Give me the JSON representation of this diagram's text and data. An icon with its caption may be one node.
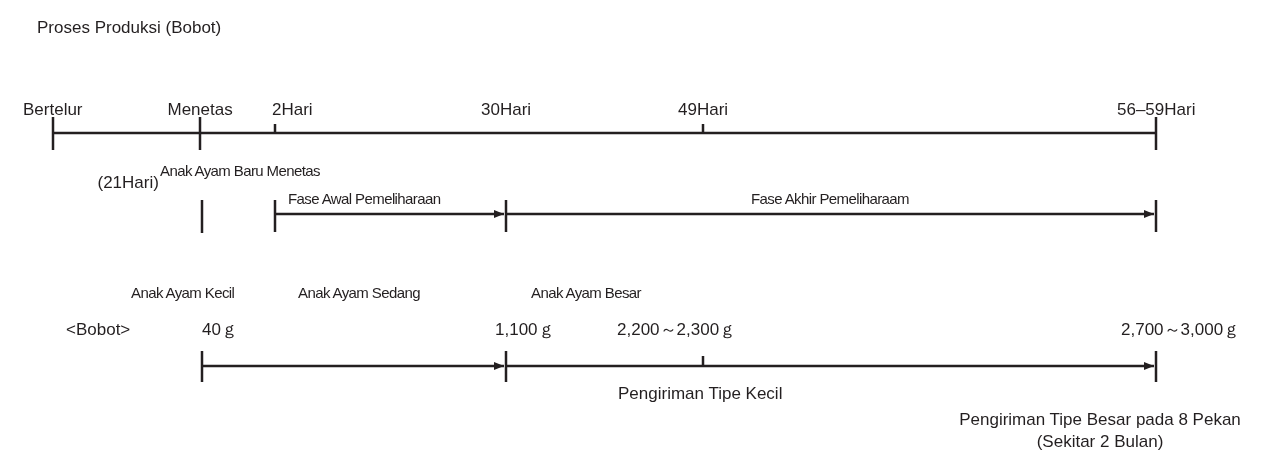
{
  "diagram": {
    "title": "Proses Produksi (Bobot)",
    "labels": [
      "Bertelur",
      "Menetas",
      "2Hari",
      "30Hari",
      "49Hari",
      "56–59Hari",
      "(21Hari)",
      "Anak Ayam Baru Menetas",
      "Fase Awal Pemeliharaan",
      "Fase Akhir Pemeliharaam",
      "Anak Ayam Kecil",
      "Anak Ayam Sedang",
      "Anak Ayam Besar",
      "<Bobot>",
      "40ｇ",
      "1,100ｇ",
      "2,200～2,300ｇ",
      "2,700～3,000ｇ",
      "Pengiriman Tipe Kecil",
      "Pengiriman Tipe Besar pada 8 Pekan (Sekitar 2 Bulan)"
    ]
  }
}
